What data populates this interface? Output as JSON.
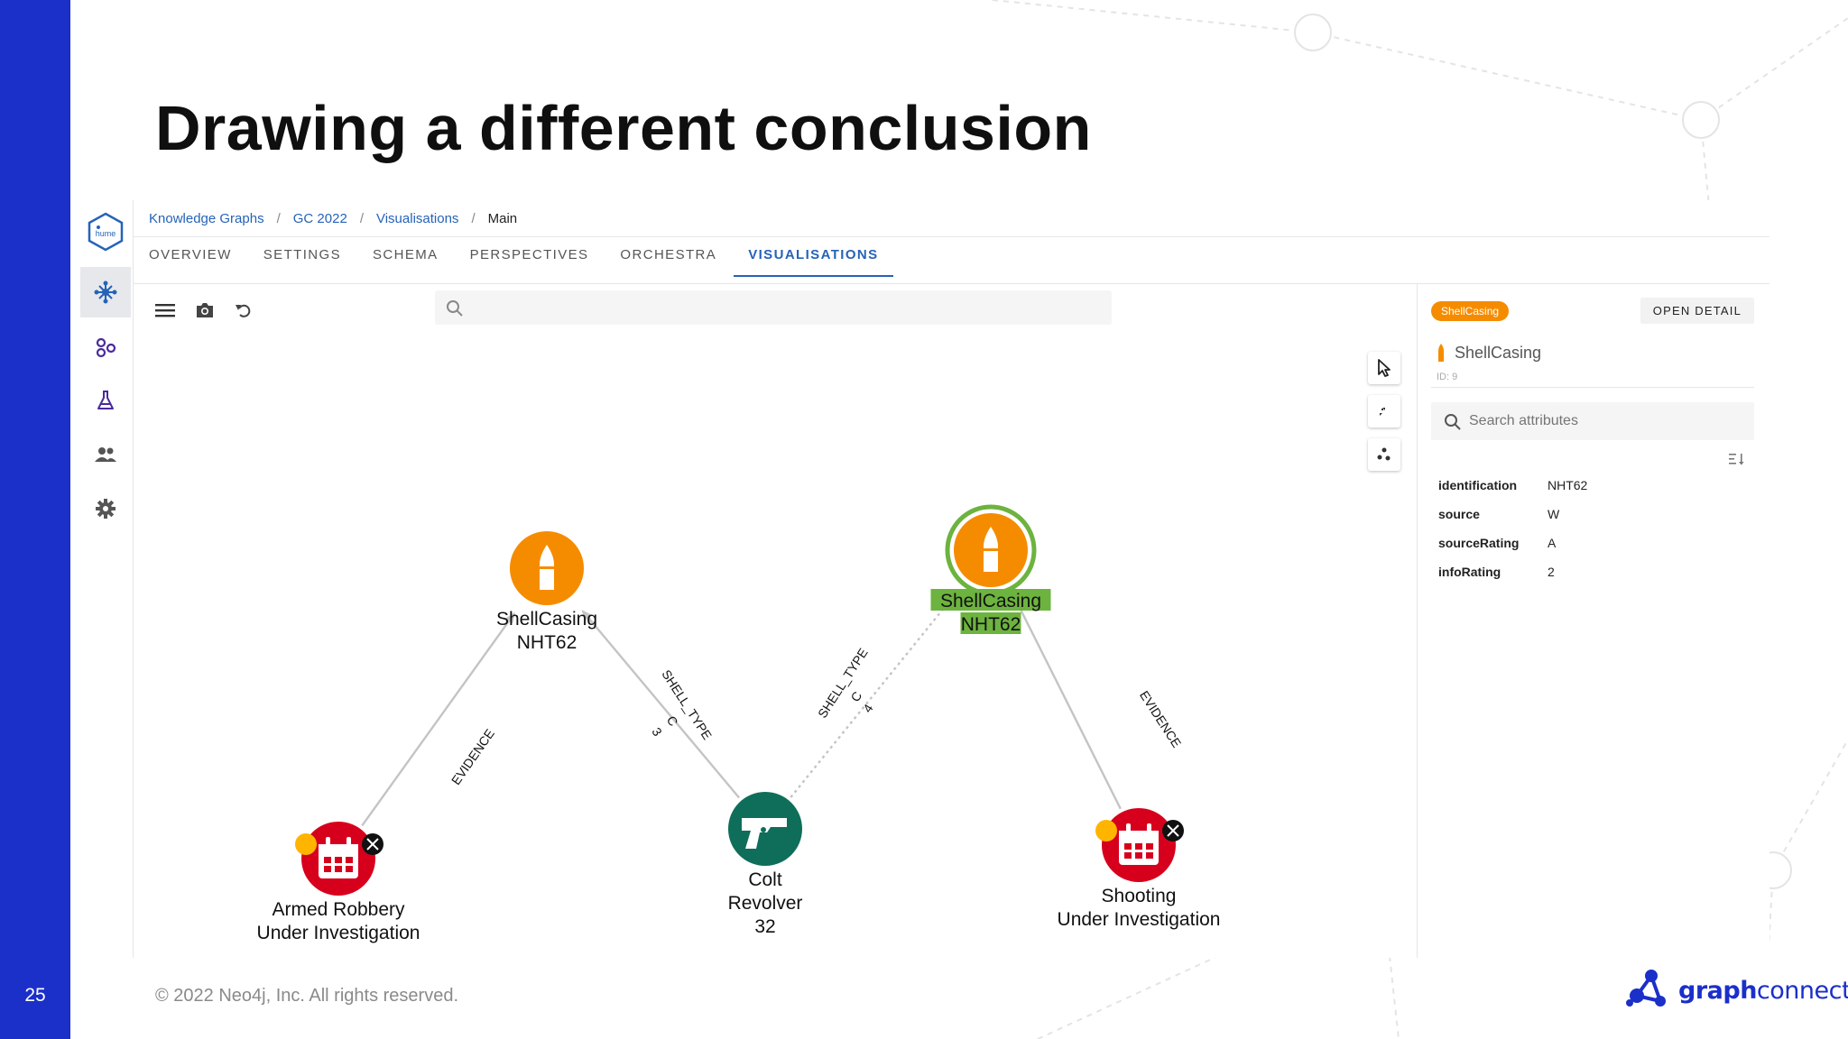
{
  "slide": {
    "title": "Drawing a different conclusion",
    "number": "25",
    "footer": "© 2022 Neo4j, Inc. All rights reserved.",
    "brand_bold": "graph",
    "brand_light": "connect",
    "accent": "#1b2fc9"
  },
  "app": {
    "logo_text": "hume",
    "rail": [
      {
        "icon": "graph-network-icon",
        "active": true
      },
      {
        "icon": "schema-icon",
        "active": false
      },
      {
        "icon": "flask-icon",
        "active": false
      },
      {
        "icon": "people-icon",
        "active": false
      },
      {
        "icon": "gear-icon",
        "active": false
      }
    ],
    "breadcrumb": [
      "Knowledge Graphs",
      "GC 2022",
      "Visualisations",
      "Main"
    ],
    "tabs": [
      "OVERVIEW",
      "SETTINGS",
      "SCHEMA",
      "PERSPECTIVES",
      "ORCHESTRA",
      "VISUALISATIONS"
    ],
    "active_tab": "VISUALISATIONS",
    "search": {
      "value": "",
      "placeholder": ""
    }
  },
  "graph": {
    "nodes": [
      {
        "id": "sc1",
        "line1": "ShellCasing",
        "line2": "NHT62",
        "line3": "",
        "type": "shell",
        "color": "#f58c00",
        "selected": false
      },
      {
        "id": "sc2",
        "line1": "ShellCasing",
        "line2": "NHT62",
        "line3": "",
        "type": "shell",
        "color": "#f58c00",
        "selected": true
      },
      {
        "id": "gun",
        "line1": "Colt",
        "line2": "Revolver",
        "line3": "32",
        "type": "gun",
        "color": "#0f6e5a",
        "selected": false
      },
      {
        "id": "ev1",
        "line1": "Armed Robbery",
        "line2": "Under Investigation",
        "line3": "",
        "type": "event",
        "color": "#d7001c",
        "selected": false
      },
      {
        "id": "ev2",
        "line1": "Shooting",
        "line2": "Under Investigation",
        "line3": "",
        "type": "event",
        "color": "#d7001c",
        "selected": false
      }
    ],
    "edges": [
      {
        "label": "EVIDENCE",
        "sub1": "",
        "sub2": ""
      },
      {
        "label": "SHELL_TYPE",
        "sub1": "C",
        "sub2": "3"
      },
      {
        "label": "SHELL_TYPE",
        "sub1": "C",
        "sub2": "4"
      },
      {
        "label": "EVIDENCE",
        "sub1": "",
        "sub2": ""
      }
    ],
    "select_color": "#6db33f"
  },
  "detail": {
    "chip": "ShellCasing",
    "open_detail": "OPEN DETAIL",
    "title": "ShellCasing",
    "id_text": "ID: 9",
    "search_placeholder": "Search attributes",
    "attributes": [
      {
        "key": "identification",
        "value": "NHT62"
      },
      {
        "key": "source",
        "value": "W"
      },
      {
        "key": "sourceRating",
        "value": "A"
      },
      {
        "key": "infoRating",
        "value": "2"
      }
    ]
  }
}
